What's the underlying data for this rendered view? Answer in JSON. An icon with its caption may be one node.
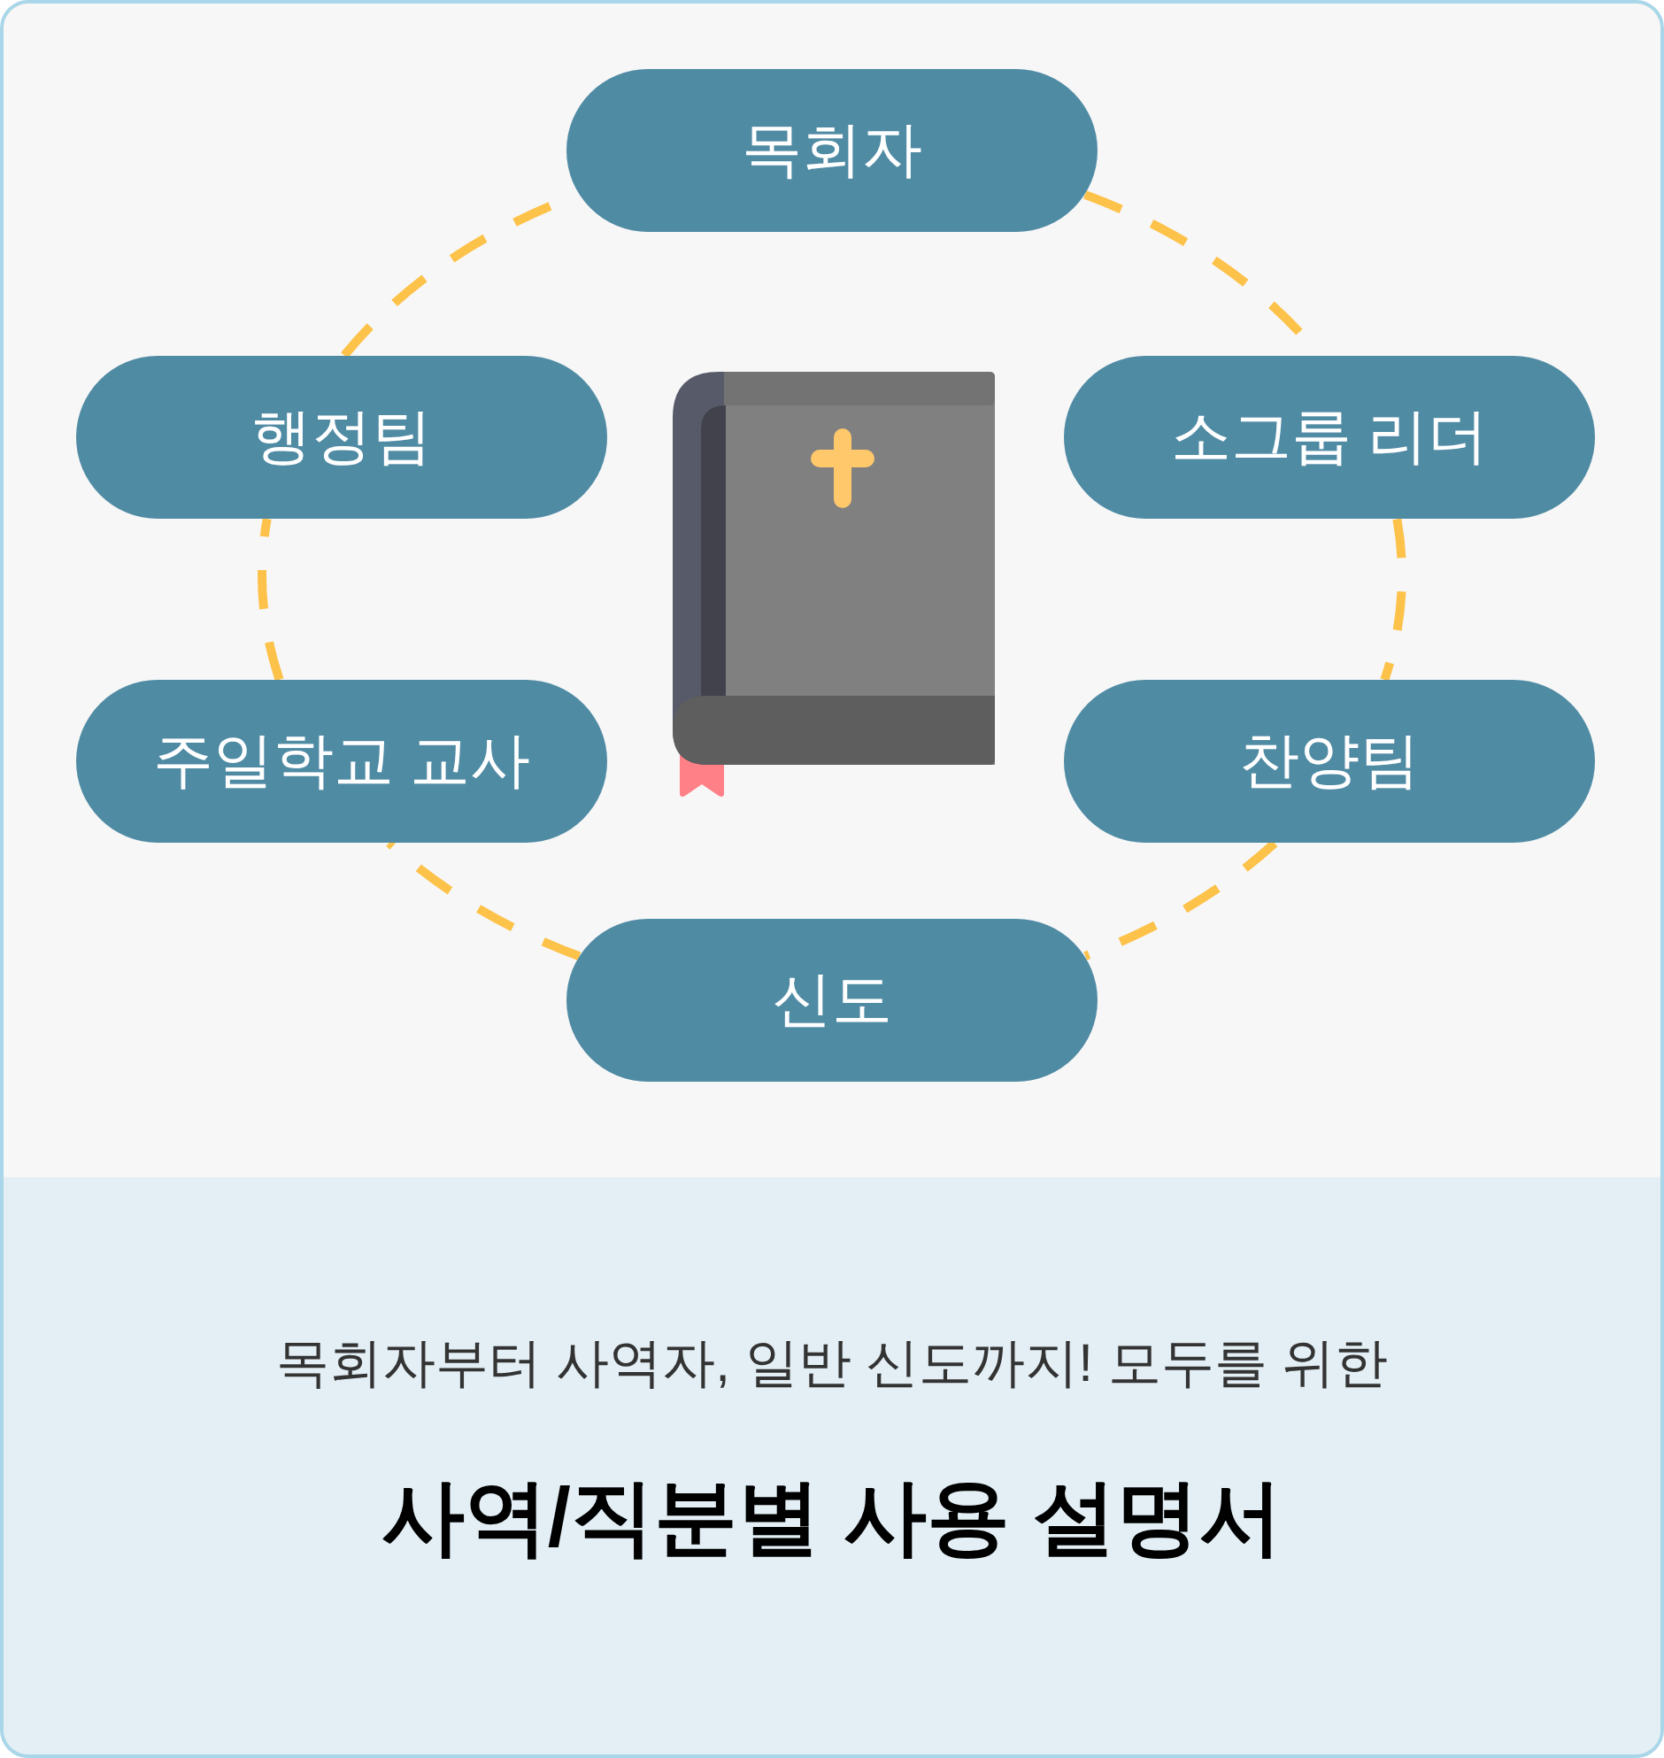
{
  "diagram": {
    "title": "사역/직분별 사용 설명서",
    "nodes": [
      {
        "text": [
          "목회자"
        ]
      },
      {
        "text": [
          "행정팀"
        ]
      },
      {
        "text": [
          "소그룹 리더"
        ]
      },
      {
        "text": [
          "주일학교 교사"
        ]
      },
      {
        "text": [
          "찬양팀"
        ]
      },
      {
        "text": [
          "신도"
        ]
      }
    ],
    "edges": [
      {
        "from": 0,
        "to": 2,
        "arrow": "none",
        "style": "dashed"
      },
      {
        "from": 2,
        "to": 4,
        "arrow": "none",
        "style": "dashed"
      },
      {
        "from": 4,
        "to": 5,
        "arrow": "none",
        "style": "dashed"
      },
      {
        "from": 5,
        "to": 3,
        "arrow": "none",
        "style": "dashed"
      },
      {
        "from": 3,
        "to": 1,
        "arrow": "none",
        "style": "dashed"
      },
      {
        "from": 1,
        "to": 0,
        "arrow": "none",
        "style": "dashed"
      }
    ],
    "labels": [
      "목회자부터 사역자, 일반 신도까지! 모두를 위한"
    ]
  }
}
